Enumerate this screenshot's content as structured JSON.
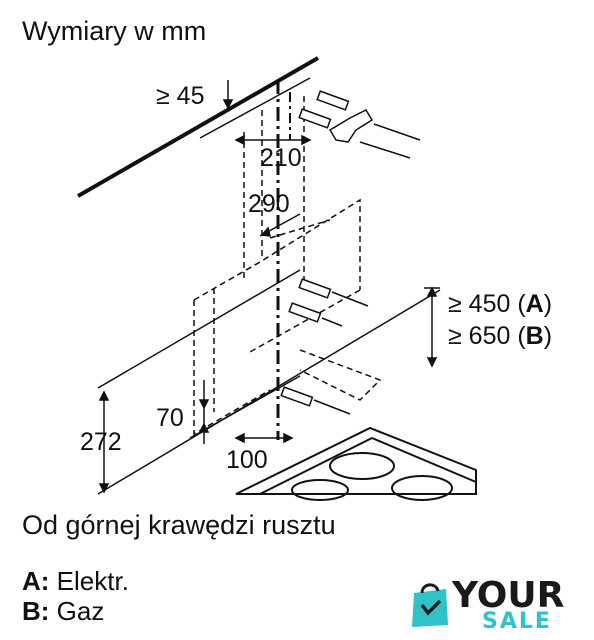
{
  "title": "Wymiary w mm",
  "caption": "Od górnej krawędzi rusztu",
  "legend": {
    "a_key": "A:",
    "a_value": "Elektr.",
    "b_key": "B:",
    "b_value": "Gaz"
  },
  "dimensions": {
    "top_clearance": "≥ 45",
    "d210": "210",
    "d290": "290",
    "gap_a_prefix": "≥ 450 (",
    "gap_a_key": "A",
    "gap_b_prefix": "≥ 650 (",
    "gap_b_key": "B",
    "gap_suffix": ")",
    "d70": "70",
    "d272": "272",
    "d100": "100"
  },
  "logo": {
    "word1": "YOUR",
    "word2": "SALE"
  },
  "colors": {
    "ink": "#111111",
    "logo_accent": "#2fc3c9"
  }
}
